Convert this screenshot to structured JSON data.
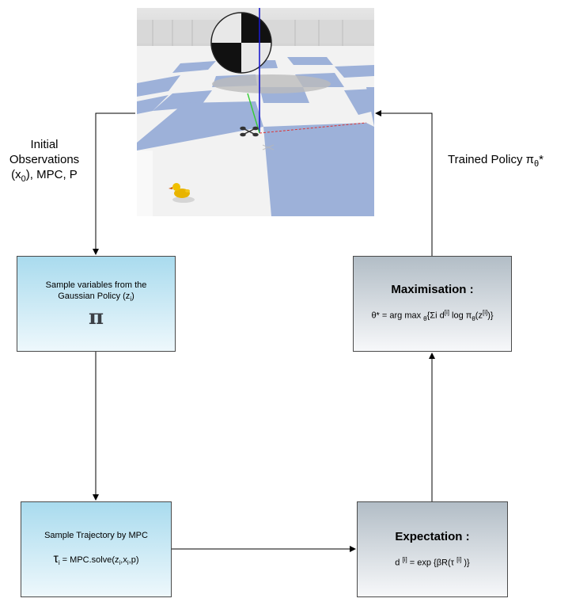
{
  "initial_label": {
    "line1": "Initial",
    "line2": "Observations",
    "x": "(x",
    "x_sub": "0",
    "rest": "), MPC, P"
  },
  "trained_label": {
    "text": "Trained Policy ",
    "pi": "π",
    "theta": "θ",
    "star": "*"
  },
  "sample_box": {
    "text": "Sample variables from the Gaussian Policy (z",
    "sub": "i",
    "close": ")",
    "pi_symbol": "π"
  },
  "trajectory_box": {
    "text": "Sample Trajectory by MPC",
    "tau": "τ",
    "tau_sub": "i",
    "formula_a": " = MPC.solve(z",
    "sub_i1": "i",
    "comma": ",x",
    "sub_i2": "i",
    "formula_b": ",p)"
  },
  "max_box": {
    "title": "Maximisation :",
    "f1": "θ* = arg max ",
    "f1_sub": "θ",
    "f2": "{Σi d",
    "f2_sup": "[i]",
    "f3": " log π",
    "f3_sub": "θ",
    "f4": "(z",
    "f4_sup": "[i]",
    "f5": ")}"
  },
  "exp_box": {
    "title": "Expectation :",
    "f1": "d ",
    "f1_sup": "[i]",
    "f2": " = exp {βR(τ ",
    "f2_sup": "[i]",
    "f3": " )}"
  }
}
